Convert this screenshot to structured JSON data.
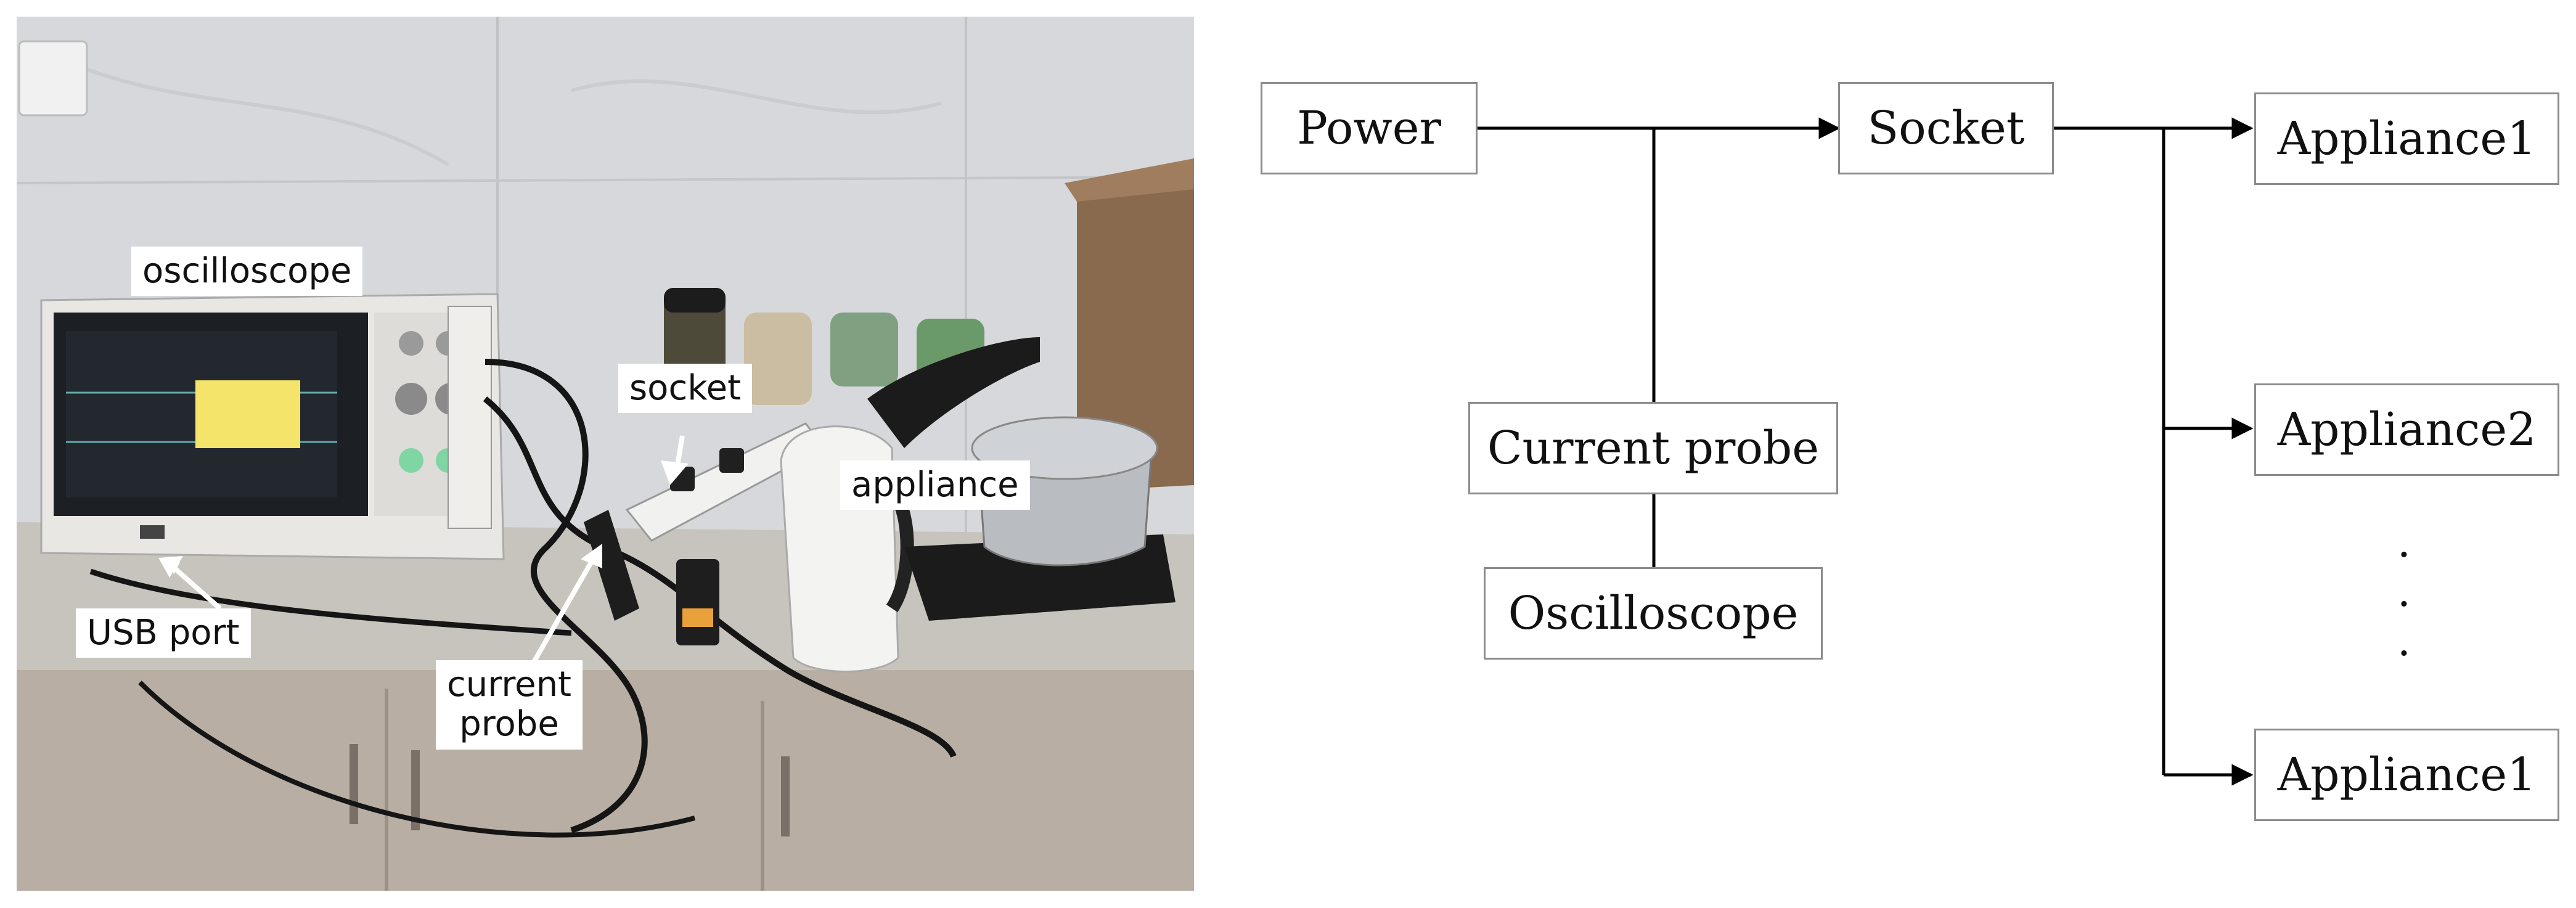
{
  "photo": {
    "labels": {
      "oscilloscope": "oscilloscope",
      "socket": "socket",
      "appliance": "appliance",
      "usb_port": "USB port",
      "current_probe": "current\nprobe"
    }
  },
  "diagram": {
    "nodes": {
      "power": "Power",
      "socket": "Socket",
      "current_probe": "Current probe",
      "oscilloscope": "Oscilloscope",
      "appliance_top": "Appliance1",
      "appliance_mid": "Appliance2",
      "appliance_bottom": "Appliance1"
    },
    "ellipsis": "·\n·\n·"
  }
}
